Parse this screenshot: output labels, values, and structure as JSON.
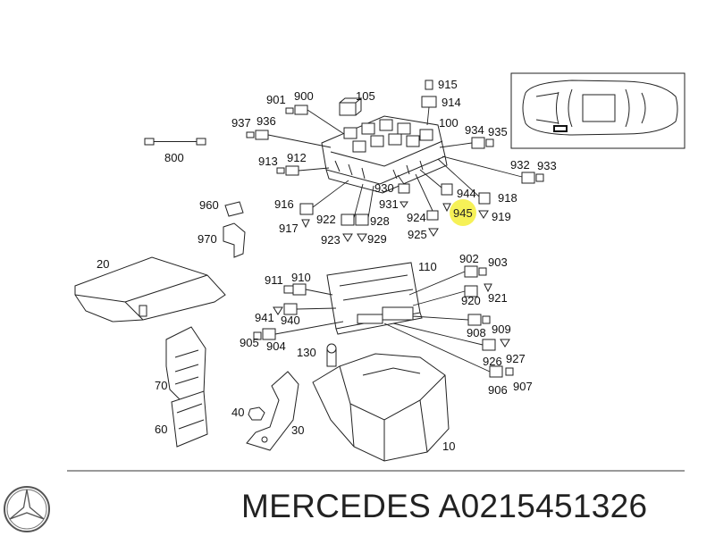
{
  "footer": {
    "brand": "MERCEDES",
    "part_number": "A0215451326",
    "logo_icon": "mercedes-star-icon"
  },
  "highlight": {
    "label": "945",
    "color": "#f5ef3a"
  },
  "labels": {
    "l800": "800",
    "l901": "901",
    "l900": "900",
    "l105": "105",
    "l915": "915",
    "l914": "914",
    "l937": "937",
    "l936": "936",
    "l100": "100",
    "l934": "934",
    "l935": "935",
    "l913": "913",
    "l912": "912",
    "l932": "932",
    "l933": "933",
    "l930": "930",
    "l944": "944",
    "l918": "918",
    "l931": "931",
    "l916": "916",
    "l945": "945",
    "l919": "919",
    "l924": "924",
    "l922": "922",
    "l928": "928",
    "l925": "925",
    "l917": "917",
    "l923": "923",
    "l929": "929",
    "l960": "960",
    "l970": "970",
    "l20": "20",
    "l110": "110",
    "l902": "902",
    "l903": "903",
    "l911": "911",
    "l910": "910",
    "l920": "920",
    "l921": "921",
    "l941": "941",
    "l940": "940",
    "l908": "908",
    "l909": "909",
    "l905": "905",
    "l904": "904",
    "l130": "130",
    "l926": "926",
    "l927": "927",
    "l906": "906",
    "l907": "907",
    "l70": "70",
    "l40": "40",
    "l30": "30",
    "l60": "60",
    "l10": "10"
  }
}
